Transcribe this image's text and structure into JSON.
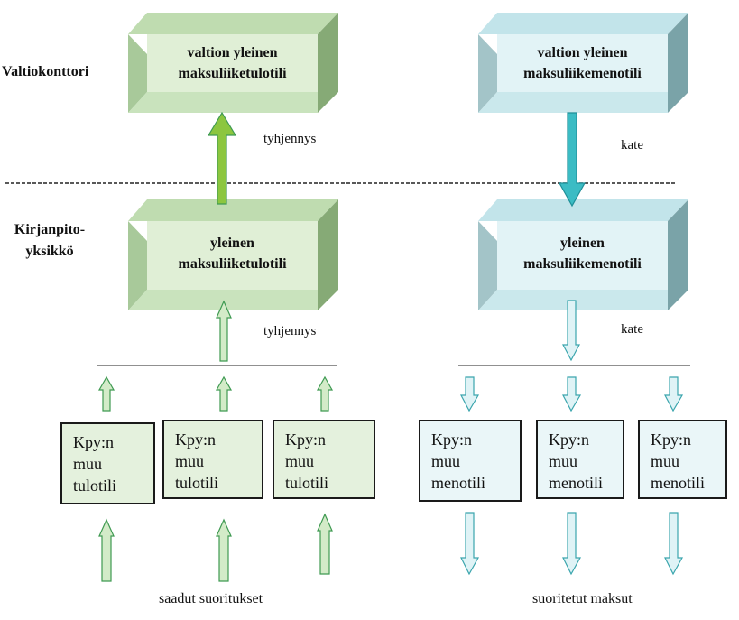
{
  "levels": {
    "state": "Valtiokonttori",
    "unit_line1": "Kirjanpito-",
    "unit_line2": "yksikkö"
  },
  "income": {
    "central_account": {
      "line1": "valtion yleinen",
      "line2": "maksuliiketulotili"
    },
    "unit_account": {
      "line1": "yleinen",
      "line2": "maksuliiketulotili"
    },
    "sweep_label_top": "tyhjennys",
    "sweep_label_bottom": "tyhjennys",
    "sub_accounts": [
      {
        "line1": "Kpy:n",
        "line2": "muu",
        "line3": "tulotili"
      },
      {
        "line1": "Kpy:n",
        "line2": "muu",
        "line3": "tulotili"
      },
      {
        "line1": "Kpy:n",
        "line2": "muu",
        "line3": "tulotili"
      }
    ],
    "bottom_label": "saadut suoritukset"
  },
  "expense": {
    "central_account": {
      "line1": "valtion yleinen",
      "line2": "maksuliikemenotili"
    },
    "unit_account": {
      "line1": "yleinen",
      "line2": "maksuliikemenotili"
    },
    "cover_label_top": "kate",
    "cover_label_bottom": "kate",
    "sub_accounts": [
      {
        "line1": "Kpy:n",
        "line2": "muu",
        "line3": "menotili"
      },
      {
        "line1": "Kpy:n",
        "line2": "muu",
        "line3": "menotili"
      },
      {
        "line1": "Kpy:n",
        "line2": "muu",
        "line3": "menotili"
      }
    ],
    "bottom_label": "suoritetut maksut"
  },
  "colors": {
    "green_front": "#e0efd6",
    "green_top": "#bfdcb0",
    "green_side": "#86aa76",
    "green_arrow": "#8cc63f",
    "green_arrow_light": "#d3ebc8",
    "green_stroke": "#3f9a52",
    "teal_front": "#e2f3f6",
    "teal_top": "#c2e4ea",
    "teal_side": "#7aa3a8",
    "teal_arrow": "#3bbcc4",
    "teal_arrow_light": "#dff3f6",
    "teal_stroke": "#3aa5ad"
  }
}
